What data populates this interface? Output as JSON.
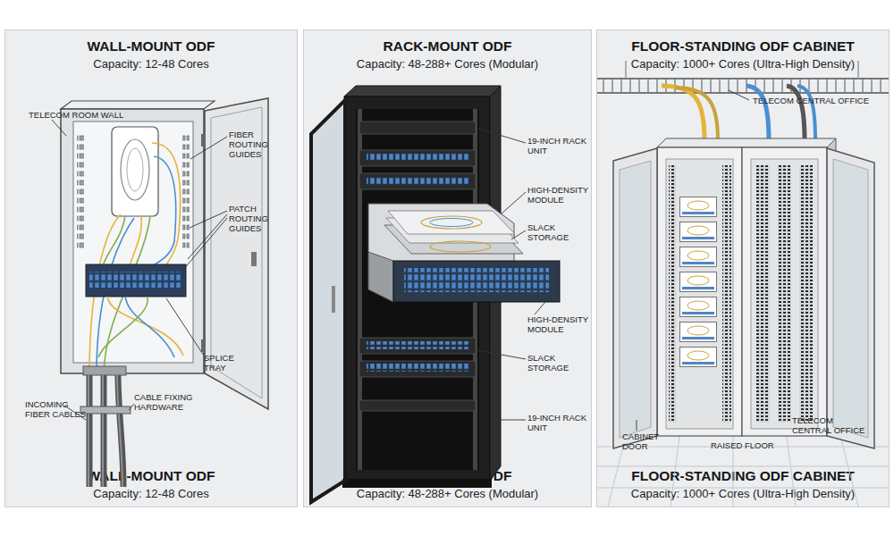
{
  "diagram": {
    "nodes": [
      {
        "text": [
          "WALL-MOUNT ODF",
          "Capacity: 12-48 Cores",
          "WALL-MOUNT ODF",
          "Capacity: 12-48 Cores"
        ]
      },
      {
        "text": [
          "RACK-MOUNT ODF",
          "Capacity: 48-288+ Cores (Modular)",
          "RACK-MOUNT ODF",
          "Capacity: 48-288+ Cores (Modular)"
        ]
      },
      {
        "text": [
          "FLOOR-STANDING ODF CABINET",
          "Capacity: 1000+ Cores (Ultra-High Density)",
          "FLOOR-STANDING ODF CABINET",
          "Capacity: 1000+ Cores (Ultra-High Density)"
        ]
      }
    ],
    "labels": [
      "TELECOM ROOM WALL",
      "FIBER ROUTING GUIDES",
      "PATCH ROUTING GUIDES",
      "SPLICE TRAY",
      "INCOMING FIBER CABLES",
      "CABLE FIXING HARDWARE",
      "19-INCH RACK UNIT",
      "HIGH-DENSITY MODULE",
      "SLACK STORAGE",
      "HIGH-DENSITY MODULE",
      "SLACK STORAGE",
      "19-INCH RACK UNIT",
      "TELECOM CENTRAL OFFICE",
      "CABINET DOOR",
      "RAISED FLOOR",
      "TELECOM CENTRAL OFFICE"
    ]
  }
}
